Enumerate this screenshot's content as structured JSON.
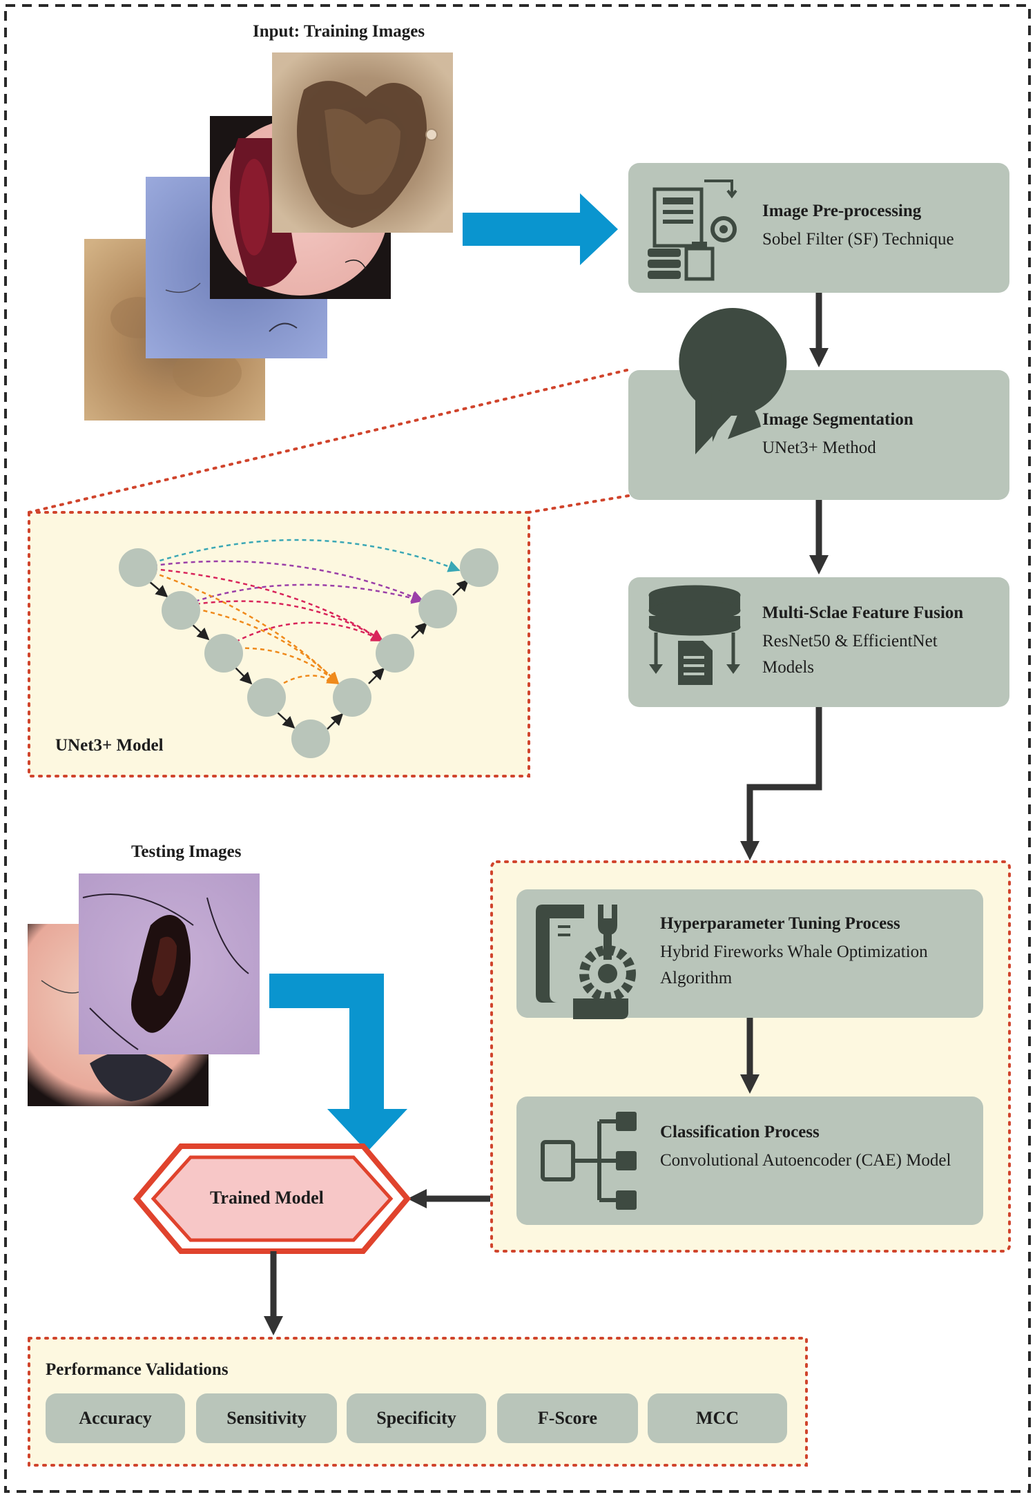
{
  "input_label": "Input: Training Images",
  "testing_label": "Testing Images",
  "steps": [
    {
      "title": "Image Pre-processing",
      "subtitle": "Sobel Filter (SF) Technique",
      "icon": "document-gear-icon"
    },
    {
      "title": "Image Segmentation",
      "subtitle": "UNet3+ Method",
      "icon": "pie-chart-icon"
    },
    {
      "title": "Multi-Sclae Feature Fusion",
      "subtitle": "ResNet50 & EfficientNet Models",
      "icon": "database-split-icon"
    },
    {
      "title": "Hyperparameter Tuning Process",
      "subtitle": "Hybrid Fireworks Whale Optimization Algorithm",
      "icon": "wrench-gear-icon"
    },
    {
      "title": "Classification Process",
      "subtitle": "Convolutional Autoencoder (CAE) Model",
      "icon": "hierarchy-icon"
    }
  ],
  "unet_label": "UNet3+ Model",
  "trained_model_label": "Trained Model",
  "performance": {
    "title": "Performance Validations",
    "metrics": [
      "Accuracy",
      "Sensitivity",
      "Specificity",
      "F-Score",
      "MCC"
    ]
  },
  "colors": {
    "box_fill": "#b9c5ba",
    "icon_dark": "#3e4a41",
    "arrow_dark": "#333333",
    "arrow_blue": "#0a95cf",
    "dotted_red": "#d0442c",
    "panel_fill": "#fdf8e0",
    "hexagon_red": "#e0432d",
    "hexagon_fill": "#f7c7c7"
  }
}
